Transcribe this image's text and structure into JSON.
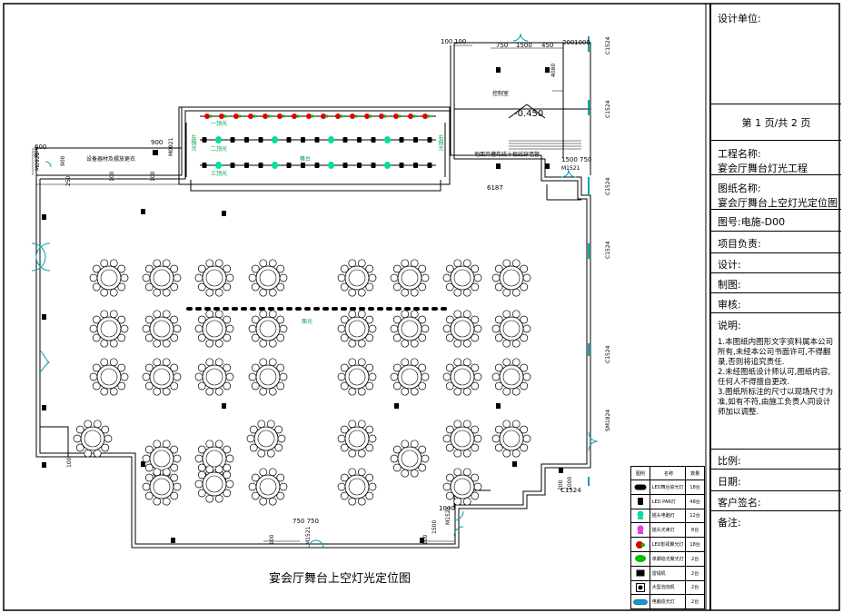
{
  "title_block": {
    "design_unit": "设计单位:",
    "page": "第 1 页/共 2 页",
    "project_name_label": "工程名称:",
    "project_name": "宴会厅舞台灯光工程",
    "drawing_name_label": "图纸名称:",
    "drawing_name": "宴会厅舞台上空灯光定位图",
    "drawing_no": "图号:电施-D00",
    "project_lead": "项目负责:",
    "design": "设计:",
    "draft": "制图:",
    "review": "审核:",
    "notes_label": "说明:",
    "notes": [
      "1.本图纸内图形文字资料属本公司所有,未经本公司书面许可,不得翻录,否则将追究责任.",
      "2.未经图纸设计师认可,图纸内容,任何人不得擅自更改.",
      "3.图纸所标注的尺寸以现场尺寸为准,如有不符,由施工负责人同设计师加以调整."
    ],
    "scale": "比例:",
    "date": "日期:",
    "client_sign": "客户签名:",
    "remark": "备注:"
  },
  "drawing_title": "宴会厅舞台上空灯光定位图",
  "legend": {
    "headers": [
      "图例",
      "名称",
      "数量"
    ],
    "rows": [
      {
        "name": "LED舞台染光灯",
        "qty": "18台",
        "icon": "led-stage-wash-icon"
      },
      {
        "name": "LED PAR灯",
        "qty": "48台",
        "icon": "led-par-icon"
      },
      {
        "name": "摇头电脑灯",
        "qty": "12台",
        "icon": "moving-head-icon"
      },
      {
        "name": "摇头光束灯",
        "qty": "8台",
        "icon": "beam-light-icon"
      },
      {
        "name": "LED影视聚光灯",
        "qty": "18台",
        "icon": "led-spot-icon"
      },
      {
        "name": "单脚追光聚光灯",
        "qty": "2台",
        "icon": "follow-spot-icon"
      },
      {
        "name": "雷镭机",
        "qty": "2台",
        "icon": "fog-machine-icon"
      },
      {
        "name": "大型泡泡机",
        "qty": "2台",
        "icon": "bubble-machine-icon"
      },
      {
        "name": "电脑造光灯",
        "qty": "2台",
        "icon": "computer-light-icon"
      }
    ]
  },
  "labels": {
    "stage": "舞台",
    "face_light": "面光",
    "first_bar": "一顶光",
    "second_bar": "二顶光",
    "third_bar": "三顶光",
    "side_left": "左侧光",
    "side_right": "右侧光",
    "storage": "设备器材及摆放更衣",
    "control": "控制室",
    "level": "-0.450",
    "gallery_note": "地面开槽布线十根线穿墙管",
    "door_m1": "M1521",
    "door_m2": "M0921",
    "door_m3": "M1524",
    "door_sm": "SM1824",
    "door_c": "C1524",
    "dim_100": "100",
    "dim_750": "750",
    "dim_1500": "1500",
    "dim_450": "450",
    "dim_200": "200",
    "dim_1000": "1000",
    "dim_4080": "4080",
    "dim_600": "600",
    "dim_900": "900",
    "dim_250": "250",
    "dim_6187": "6187",
    "dim_750_750": "750 750"
  }
}
